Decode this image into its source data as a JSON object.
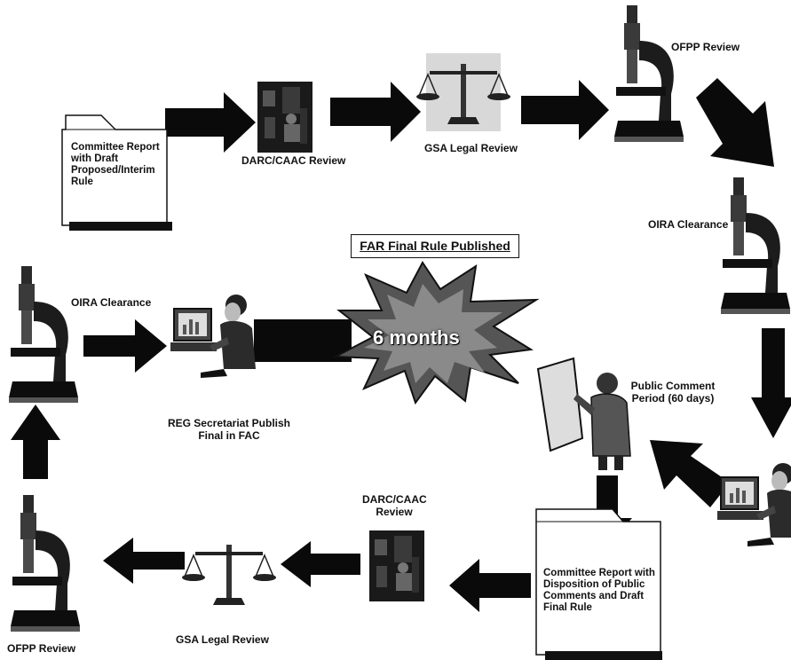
{
  "diagram": {
    "title": "FAR Final Rule Published",
    "burst_label": "6 months",
    "steps": {
      "committee_report_draft": "Committee Report with Draft Proposed/Interim Rule",
      "darc_caac_review_top": "DARC/CAAC Review",
      "gsa_legal_review_top": "GSA Legal Review",
      "ofpp_review_top": "OFPP Review",
      "oira_clearance_right": "OIRA Clearance",
      "public_comment_period": "Public Comment Period (60 days)",
      "committee_report_final": "Committee Report with Disposition of Public Comments and Draft Final Rule",
      "darc_caac_review_bottom": "DARC/CAAC Review",
      "gsa_legal_review_bottom": "GSA Legal Review",
      "ofpp_review_bottom": "OFPP Review",
      "oira_clearance_left": "OIRA Clearance",
      "reg_secretariat": "REG Secretariat Publish Final in FAC"
    },
    "icons": [
      "folder-icon",
      "meeting-photo-icon",
      "scales-of-justice-icon",
      "microscope-icon",
      "woman-at-computer-icon",
      "presenter-icon",
      "burst-icon",
      "arrow-icon"
    ]
  }
}
